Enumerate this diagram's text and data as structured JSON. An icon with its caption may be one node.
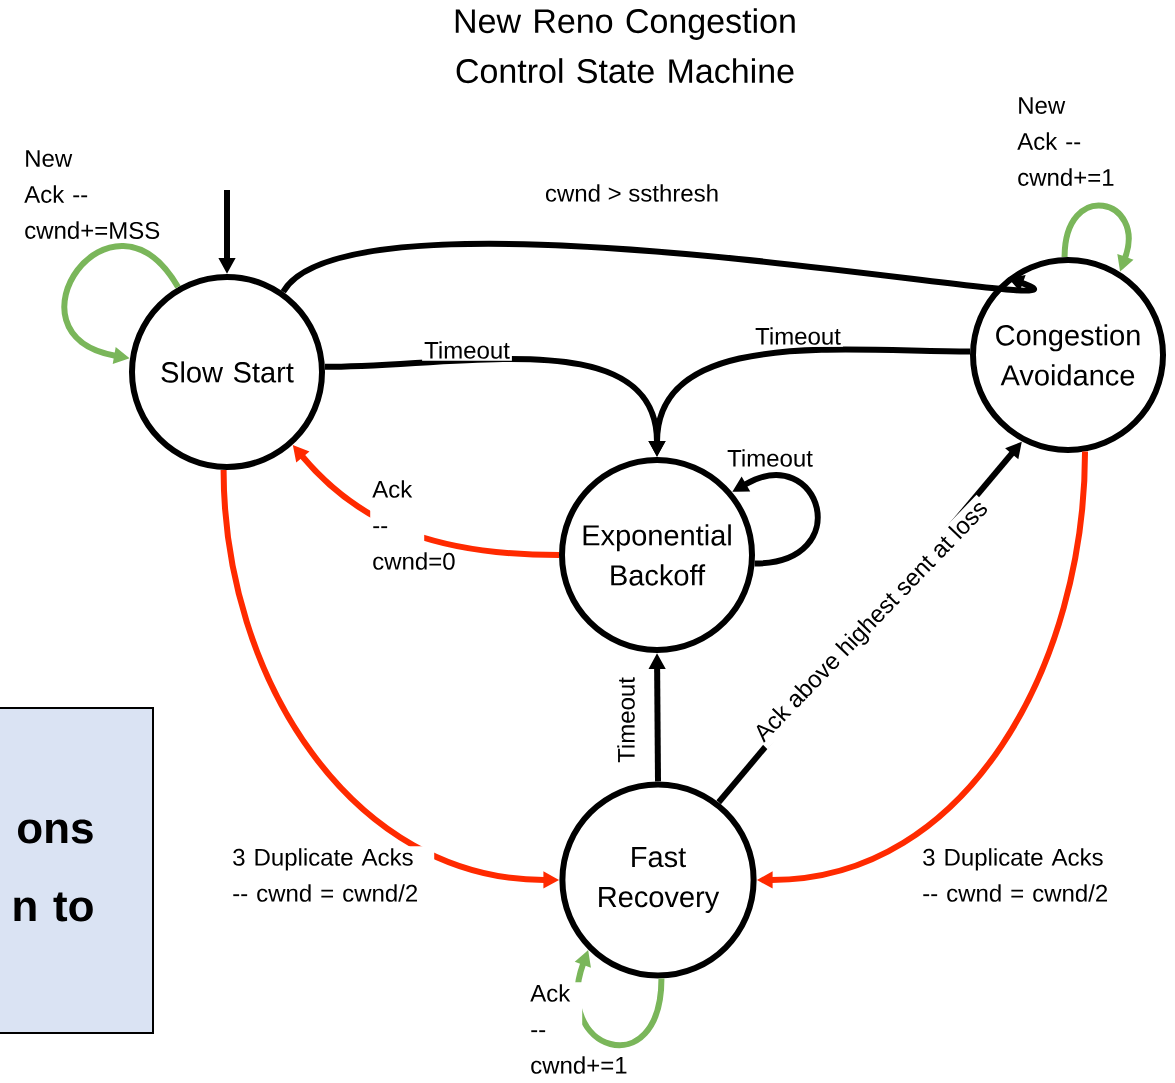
{
  "diagram": {
    "title": "New Reno Congestion Control State Machine",
    "nodes": [
      {
        "text": [
          "Slow Start"
        ]
      },
      {
        "text": [
          "Congestion Avoidance"
        ]
      },
      {
        "text": [
          "Exponential Backoff"
        ]
      },
      {
        "text": [
          "Fast Recovery"
        ]
      },
      {
        "text": [
          "ons n to"
        ]
      }
    ],
    "edges": [
      {
        "from": null,
        "to": 0,
        "arrow": "to"
      },
      {
        "from": 0,
        "to": 0,
        "arrow": "to",
        "label": "New Ack -- cwnd+=MSS",
        "color": "#7ab65a"
      },
      {
        "from": 0,
        "to": 1,
        "arrow": "to",
        "label": "cwnd > ssthresh"
      },
      {
        "from": 0,
        "to": 2,
        "arrow": "to",
        "label": "Timeout"
      },
      {
        "from": 1,
        "to": 2,
        "arrow": "to",
        "label": "Timeout"
      },
      {
        "from": 1,
        "to": 1,
        "arrow": "to",
        "label": "New Ack -- cwnd+=1",
        "color": "#7ab65a"
      },
      {
        "from": 2,
        "to": 2,
        "arrow": "to",
        "label": "Timeout"
      },
      {
        "from": 2,
        "to": 0,
        "arrow": "to",
        "label": "Ack -- cwnd=0",
        "color": "#ff2a00"
      },
      {
        "from": 0,
        "to": 3,
        "arrow": "to",
        "label": "3 Duplicate Acks -- cwnd = cwnd/2",
        "color": "#ff2a00"
      },
      {
        "from": 1,
        "to": 3,
        "arrow": "to",
        "label": "3 Duplicate Acks -- cwnd = cwnd/2",
        "color": "#ff2a00"
      },
      {
        "from": 3,
        "to": 2,
        "arrow": "to",
        "label": "Timeout"
      },
      {
        "from": 3,
        "to": 1,
        "arrow": "to",
        "label": "Ack above highest sent at loss"
      },
      {
        "from": 3,
        "to": 3,
        "arrow": "to",
        "label": "Ack -- cwnd+=1",
        "color": "#7ab65a"
      }
    ]
  }
}
